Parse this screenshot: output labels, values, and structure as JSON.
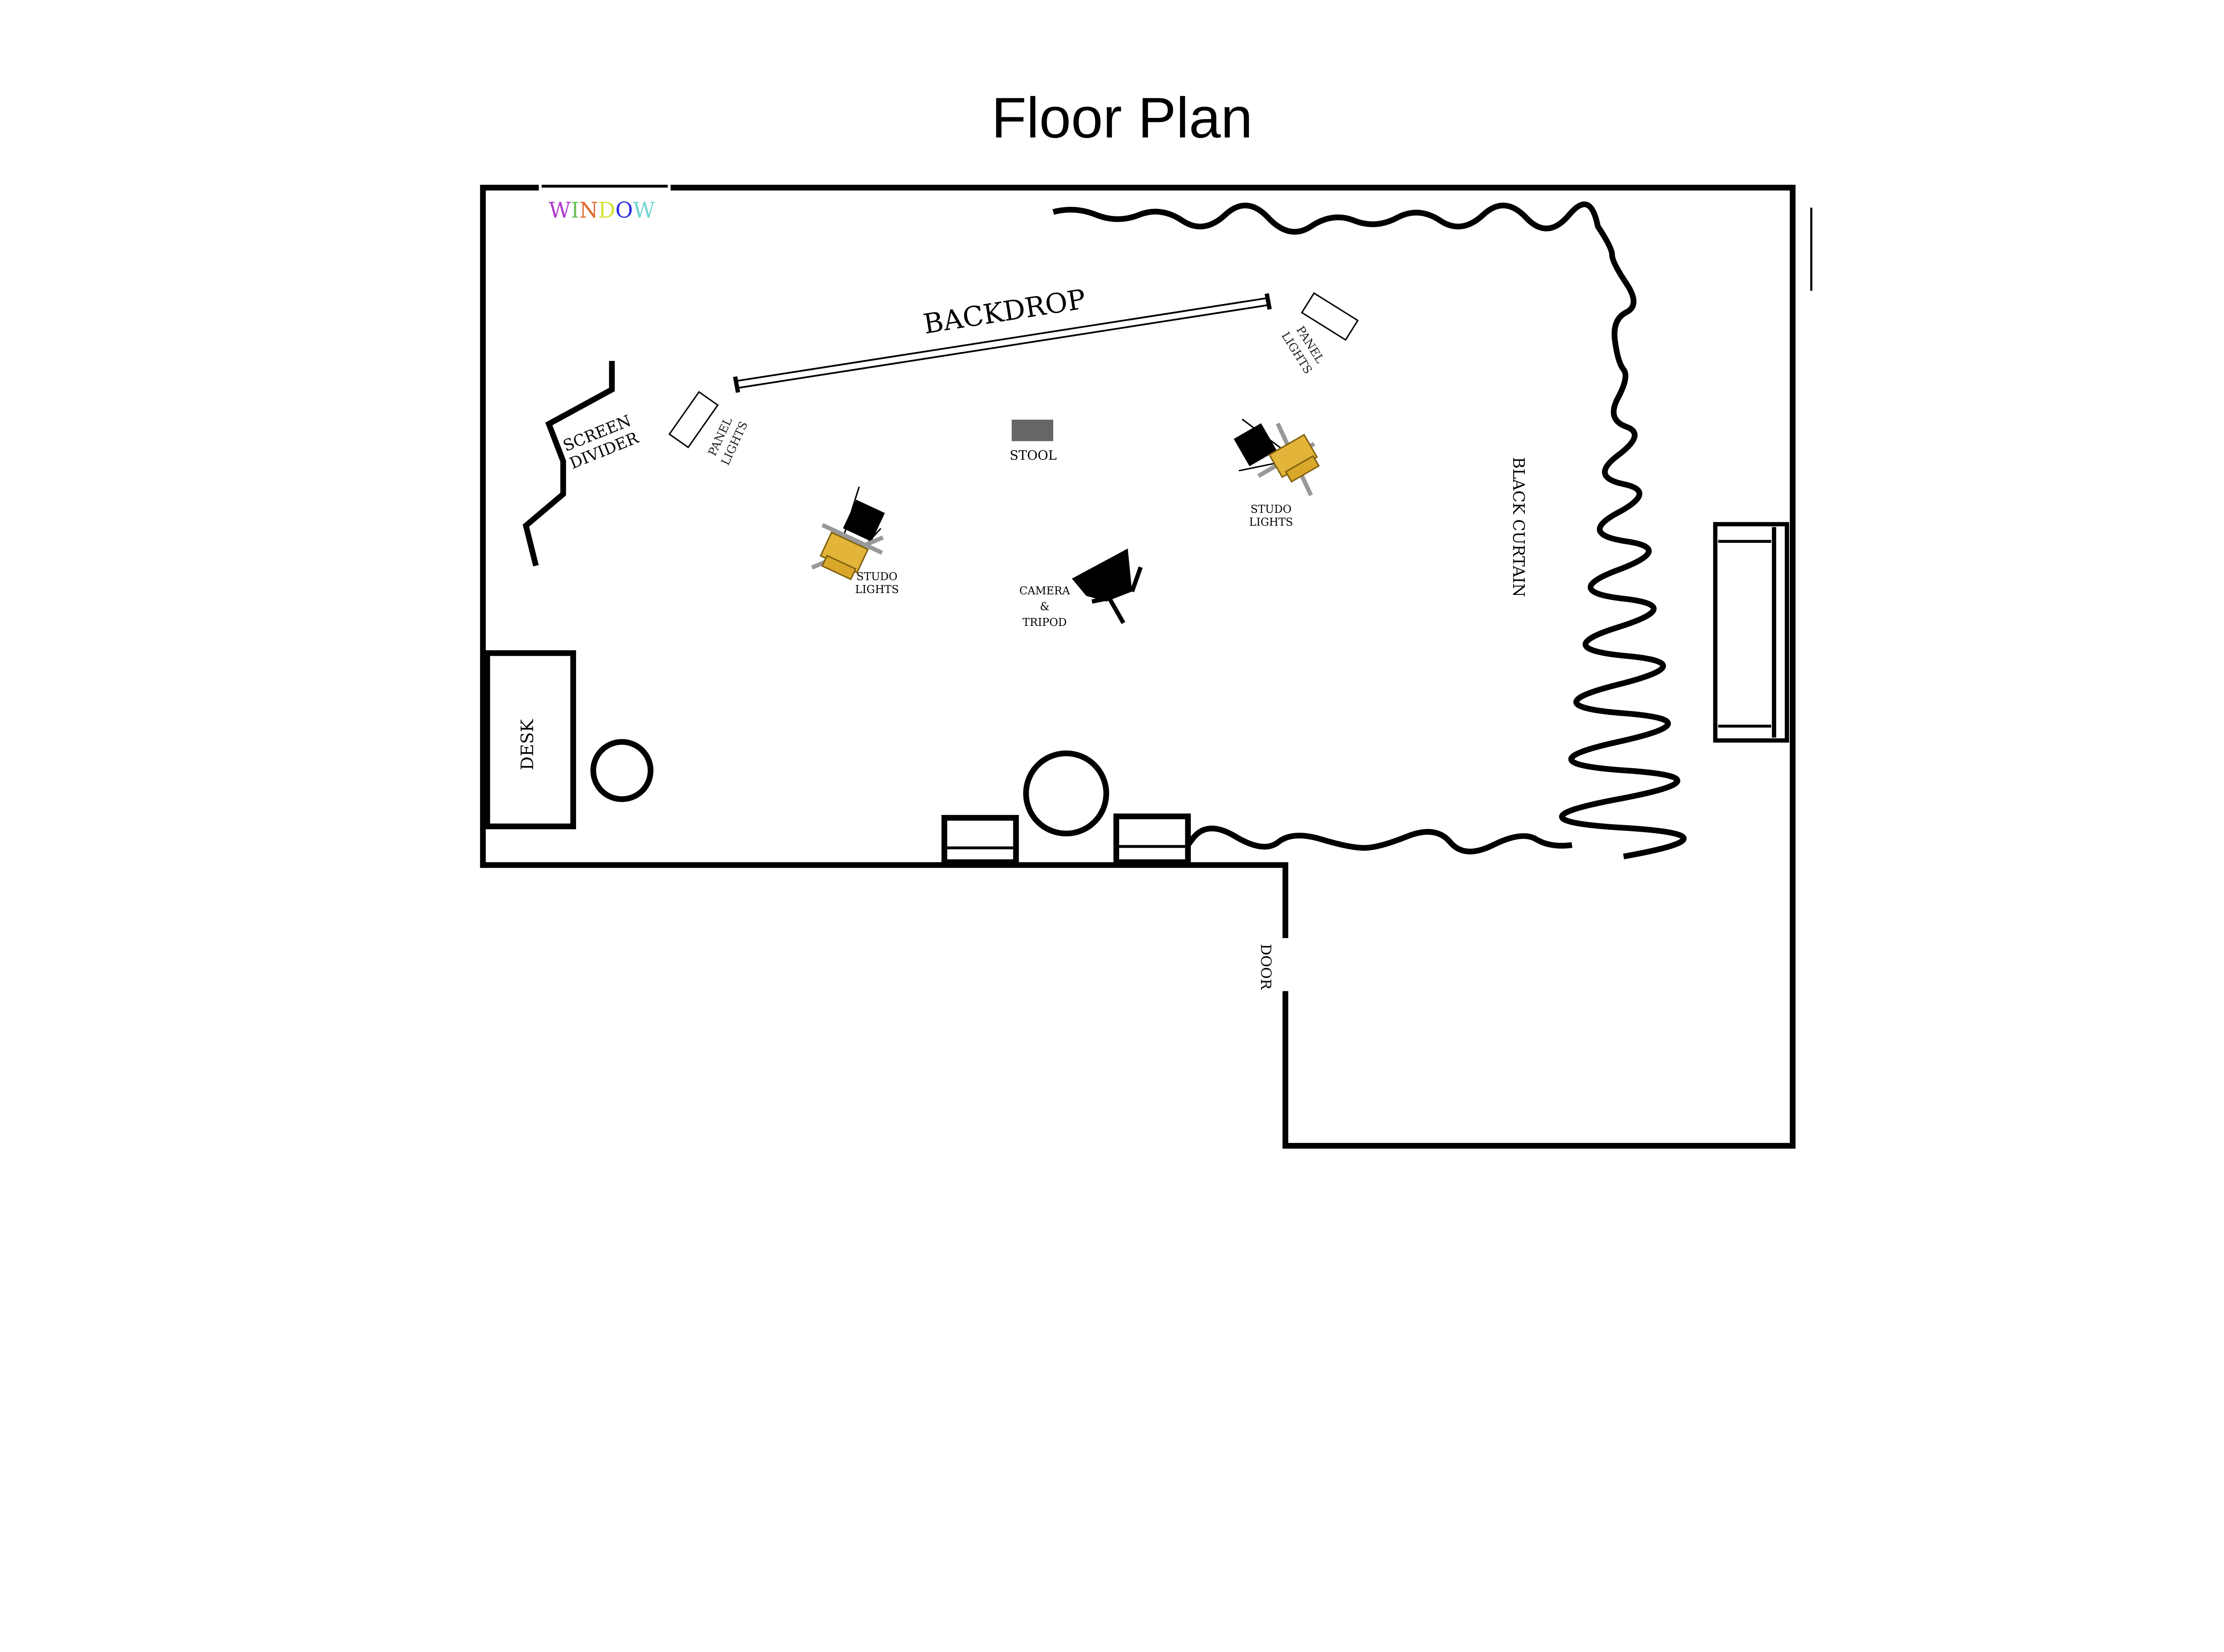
{
  "title": "Floor Plan",
  "labels": {
    "window": [
      "W",
      "I",
      "N",
      "D",
      "O",
      "W"
    ],
    "backdrop": "BACKDROP",
    "panel_lights_left": [
      "PANEL",
      "LIGHTS"
    ],
    "panel_lights_right": [
      "PANEL",
      "LIGHTS"
    ],
    "screen_divider": [
      "SCREEN",
      "DIVIDER"
    ],
    "stool": "STOOL",
    "studio_lights_left": [
      "STUDO",
      "LIGHTS"
    ],
    "studio_lights_right": [
      "STUDO",
      "LIGHTS"
    ],
    "camera": [
      "CAMERA",
      "&",
      "TRIPOD"
    ],
    "black_curtain": "BLACK CURTAIN",
    "desk": "DESK",
    "door": "DOOR"
  },
  "colors": {
    "window_letters": [
      "#b03ad0",
      "#6cbf5a",
      "#e06a30",
      "#d6e030",
      "#2a2ae0",
      "#70d4d0"
    ],
    "stool": "#666666",
    "light_body": "#e2b43a"
  }
}
